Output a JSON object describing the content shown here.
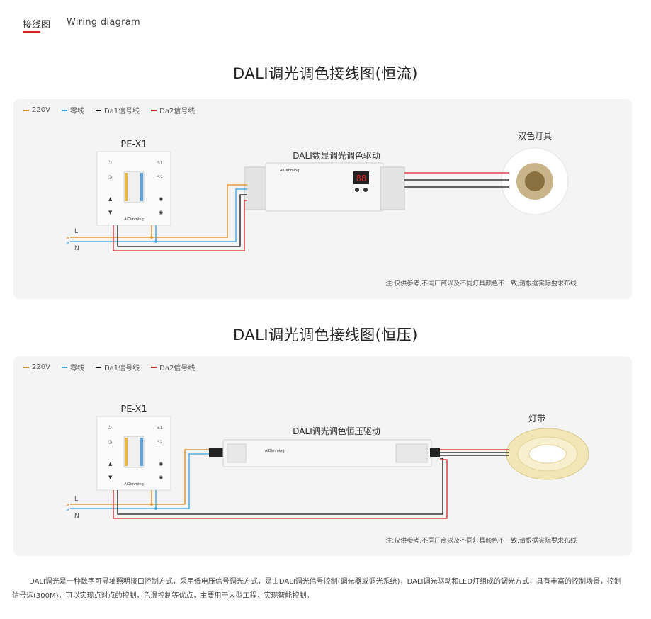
{
  "tabs": {
    "active": "接线图",
    "secondary": "Wiring diagram"
  },
  "legend": [
    {
      "label": "220V",
      "color": "#d88a1e"
    },
    {
      "label": "零线",
      "color": "#2fa0e0"
    },
    {
      "label": "Da1信号线",
      "color": "#111111"
    },
    {
      "label": "Da2信号线",
      "color": "#d8232a"
    }
  ],
  "diagram1": {
    "title": "DALI调光调色接线图(恒流)",
    "controller_label": "PE-X1",
    "controller_brand": "AiDimming",
    "driver_label": "DALI数显调光调色驱动",
    "driver_brand": "AiDimming",
    "driver_display": "88",
    "lamp_label": "双色灯具",
    "line_label": "L",
    "neutral_label": "N",
    "note": "注:仅供参考,不同厂商以及不同灯具颜色不一致,请根据实际要求布线"
  },
  "diagram2": {
    "title": "DALI调光调色接线图(恒压)",
    "controller_label": "PE-X1",
    "controller_brand": "AiDimming",
    "driver_label": "DALI调光调色恒压驱动",
    "driver_brand": "AiDimming",
    "lamp_label": "灯带",
    "line_label": "L",
    "neutral_label": "N",
    "note": "注:仅供参考,不同厂商以及不同灯具颜色不一致,请根据实际要求布线"
  },
  "colors": {
    "live": "#d88a1e",
    "neutral": "#2fa0e0",
    "da1": "#111111",
    "da2": "#d8232a",
    "accent": "#d8232a"
  },
  "footer": "DALI调光是一种数字可寻址照明接口控制方式，采用低电压信号调光方式，是由DALI调光信号控制(调光器或调光系统)，DALI调光驱动和LED灯组成的调光方式，具有丰富的控制场景，控制信号远(300M)，可以实现点对点的控制，色温控制等优点，主要用于大型工程，实现智能控制。"
}
